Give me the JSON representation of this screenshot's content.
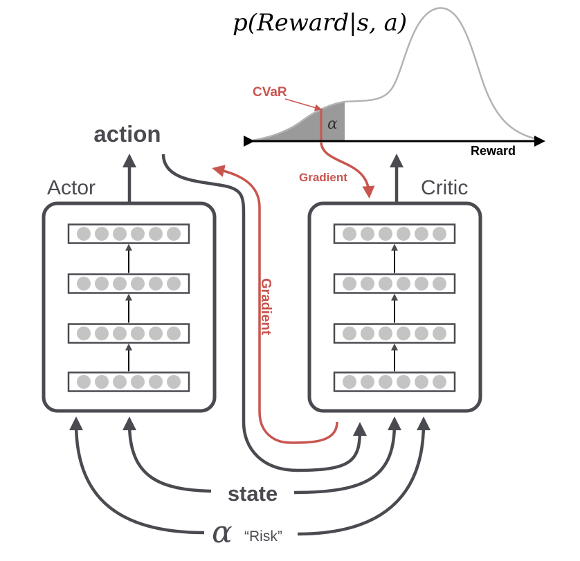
{
  "distribution": {
    "label": "p(Reward|s, a)",
    "cvar_label": "CVaR",
    "alpha_symbol": "α",
    "axis_label": "Reward"
  },
  "actor": {
    "title": "Actor",
    "output_label": "action",
    "layers": 4,
    "neurons_per_layer": 6
  },
  "critic": {
    "title": "Critic",
    "layers": 4,
    "neurons_per_layer": 6
  },
  "gradients": {
    "top_label": "Gradient",
    "middle_label": "Gradient"
  },
  "inputs": {
    "state_label": "state",
    "alpha_symbol": "α",
    "risk_label": "“Risk”"
  },
  "colors": {
    "dark": "#4a4b50",
    "red": "#c9554f",
    "fill_gray": "#9a9a9a",
    "curve_gray": "#b3b3b3",
    "neuron": "#c4c4c4"
  }
}
